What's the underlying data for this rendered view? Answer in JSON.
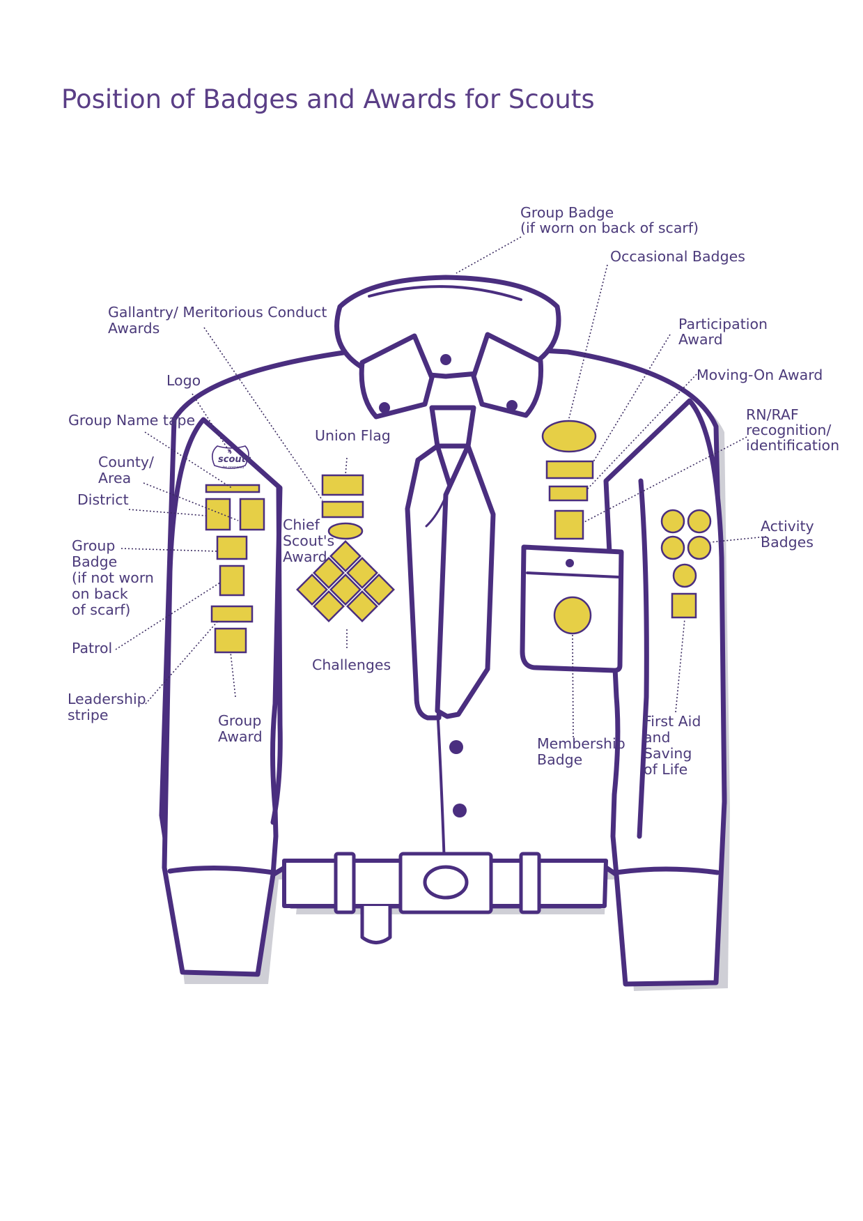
{
  "title": "Position of Badges and Awards for Scouts",
  "colors": {
    "outline": "#4a2e7f",
    "badge_fill": "#e6cf46",
    "text": "#4b3a7a",
    "shadow": "#cfcfd6"
  },
  "logo": {
    "text": "scouts",
    "tagline": "be prepared"
  },
  "labels": {
    "group_badge_scarf_1": "Group Badge",
    "group_badge_scarf_2": "(if worn on back of scarf)",
    "occasional_badges": "Occasional Badges",
    "gallantry_1": "Gallantry/ Meritorious Conduct",
    "gallantry_2": "Awards",
    "participation_1": "Participation",
    "participation_2": "Award",
    "logo": "Logo",
    "moving_on": "Moving-On Award",
    "group_name_tape": "Group Name tape",
    "rn_raf_1": "RN/RAF",
    "rn_raf_2": "recognition/",
    "rn_raf_3": "identification",
    "union_flag": "Union Flag",
    "county_1": "County/",
    "county_2": "Area",
    "district": "District",
    "chief_1": "Chief",
    "chief_2": "Scout's",
    "chief_3": "Award",
    "activity_1": "Activity",
    "activity_2": "Badges",
    "group_badge_1": "Group",
    "group_badge_2": "Badge",
    "group_badge_3": "(if not worn",
    "group_badge_4": "on back",
    "group_badge_5": "of scarf)",
    "patrol": "Patrol",
    "challenges": "Challenges",
    "leadership_1": "Leadership",
    "leadership_2": "stripe",
    "group_award_1": "Group",
    "group_award_2": "Award",
    "membership_1": "Membership",
    "membership_2": "Badge",
    "first_aid_1": "First Aid",
    "first_aid_2": "and",
    "first_aid_3": "Saving",
    "first_aid_4": "of Life"
  }
}
